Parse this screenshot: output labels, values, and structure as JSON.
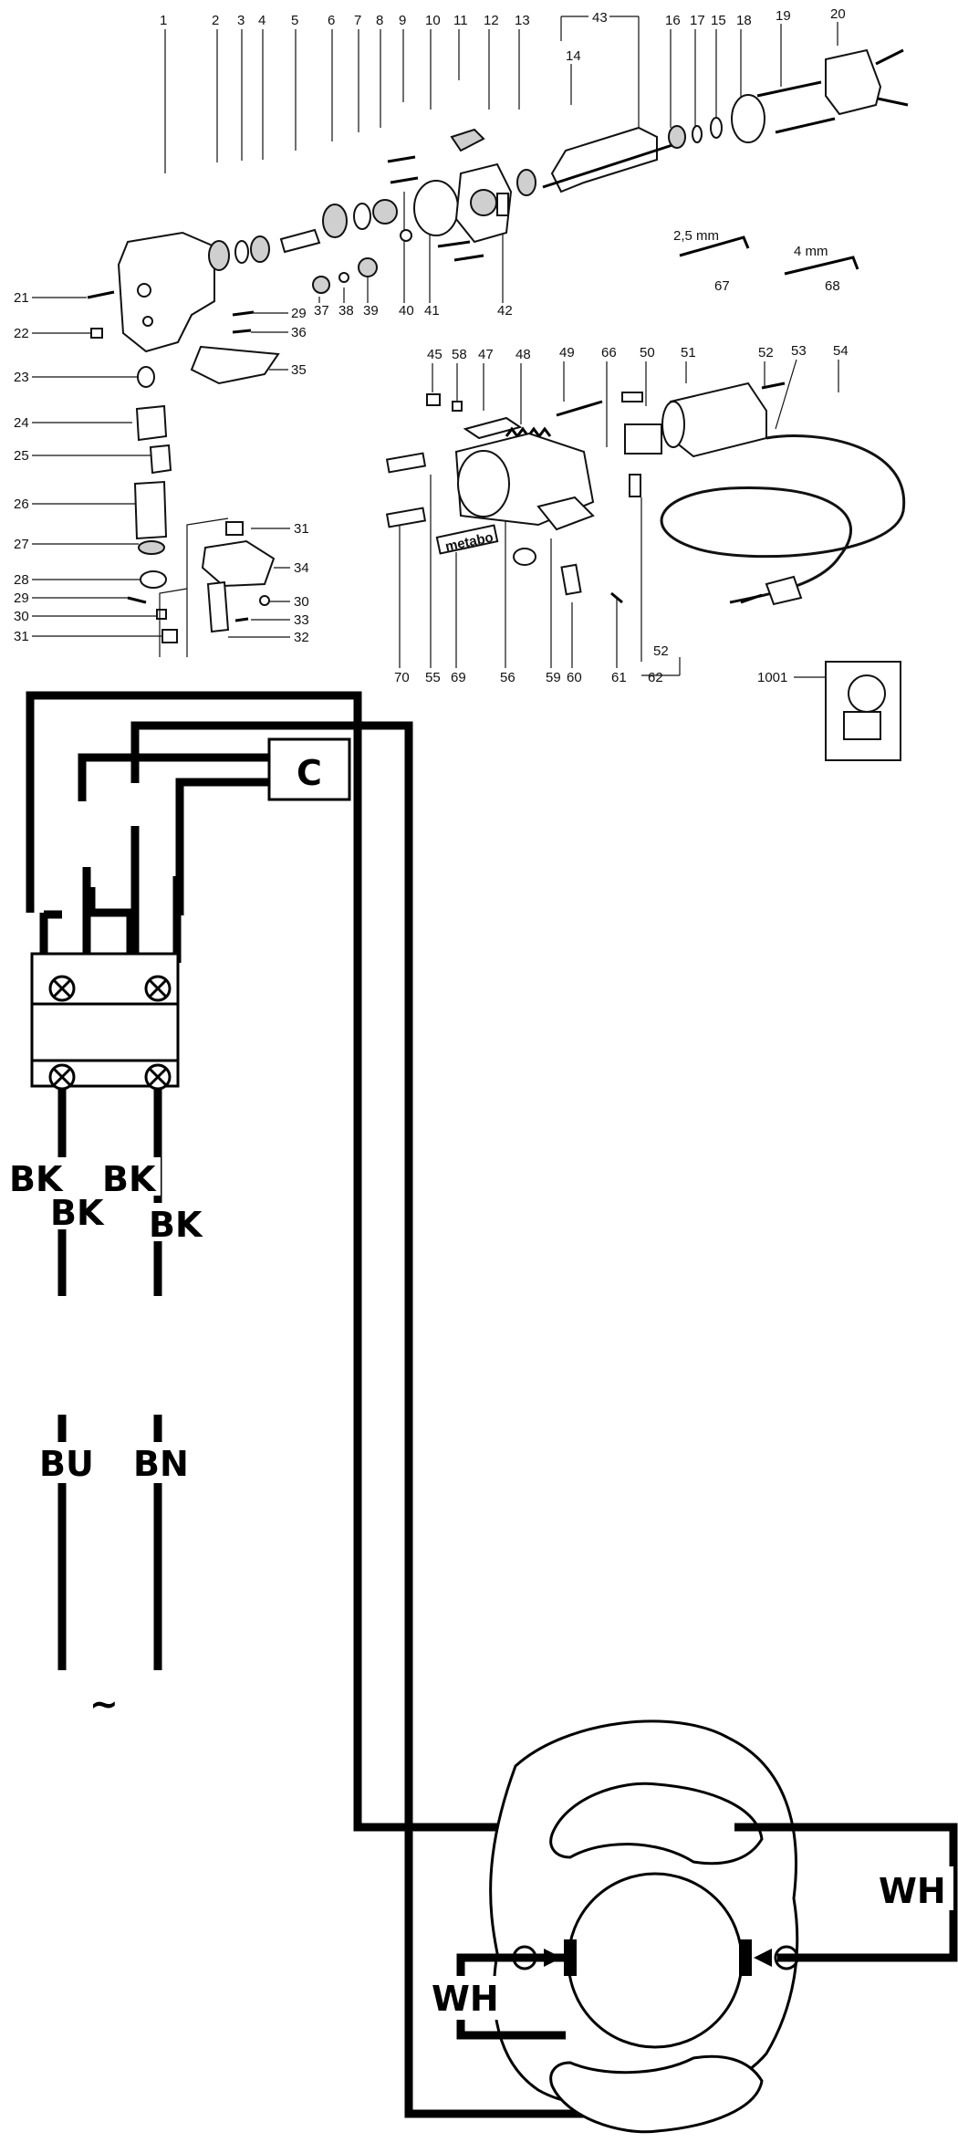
{
  "exploded_view": {
    "callouts": {
      "n1": "1",
      "n2": "2",
      "n3": "3",
      "n4": "4",
      "n5": "5",
      "n6": "6",
      "n7": "7",
      "n8": "8",
      "n9": "9",
      "n10": "10",
      "n11": "11",
      "n12": "12",
      "n13": "13",
      "n43": "43",
      "n14": "14",
      "n16": "16",
      "n17": "17",
      "n15": "15",
      "n18": "18",
      "n19": "19",
      "n20": "20",
      "n21": "21",
      "n22": "22",
      "n23": "23",
      "n24": "24",
      "n25": "25",
      "n26": "26",
      "n27": "27",
      "n28": "28",
      "n29a": "29",
      "n30a": "30",
      "n31a": "31",
      "n29b": "29",
      "n36": "36",
      "n35": "35",
      "n37": "37",
      "n38": "38",
      "n39": "39",
      "n40": "40",
      "n41": "41",
      "n42": "42",
      "n31b": "31",
      "n34": "34",
      "n30b": "30",
      "n33": "33",
      "n32": "32",
      "n67": "67",
      "n68": "68",
      "n45": "45",
      "n58": "58",
      "n47": "47",
      "n48": "48",
      "n49": "49",
      "n66": "66",
      "n50": "50",
      "n51": "51",
      "n52a": "52",
      "n53": "53",
      "n54": "54",
      "n70": "70",
      "n55": "55",
      "n69": "69",
      "n56": "56",
      "n59": "59",
      "n60": "60",
      "n61": "61",
      "n62": "62",
      "n52b": "52",
      "n1001": "1001"
    },
    "hex_key_small_size": "2,5 mm",
    "hex_key_large_size": "4 mm",
    "brand_plate": "metabo"
  },
  "wiring_diagram": {
    "capacitor_label": "C",
    "wire_labels": {
      "bk1": "BK",
      "bk2": "BK",
      "bk3": "BK",
      "bk4": "BK",
      "bu": "BU",
      "bn": "BN",
      "wh_right": "WH",
      "wh_left": "WH"
    },
    "ac_symbol": "~"
  }
}
